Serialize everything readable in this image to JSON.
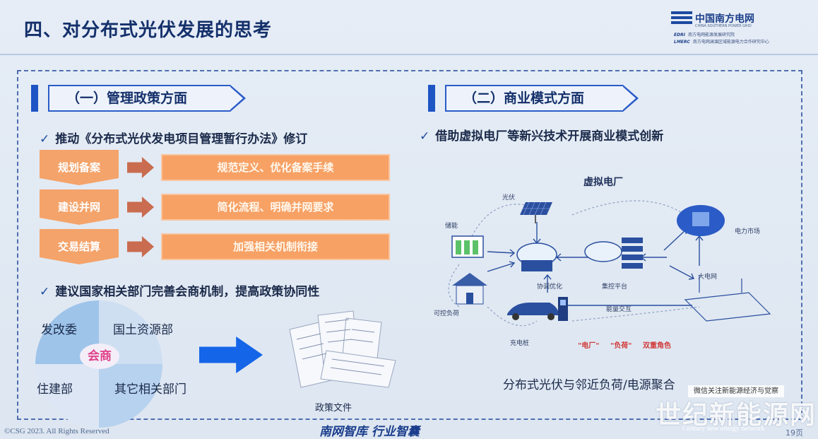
{
  "header": {
    "title": "四、对分布式光伏发展的思考",
    "logo_cn": "中国南方电网",
    "logo_en": "CHINA SOUTHERN POWER GRID",
    "logo_row1_tag": "EDRI",
    "logo_row1_text": "南方电网能源发展研究院",
    "logo_row2_tag": "LMERC",
    "logo_row2_text": "南方电网澜湄区域能源电力合作研究中心"
  },
  "left": {
    "section_title": "（一）管理政策方面",
    "point1": "推动《分布式光伏发电项目管理暂行办法》修订",
    "rows": [
      {
        "stage": "规划备案",
        "action": "规范定义、优化备案手续"
      },
      {
        "stage": "建设并网",
        "action": "简化流程、明确并网要求"
      },
      {
        "stage": "交易结算",
        "action": "加强相关机制衔接"
      }
    ],
    "point2": "建议国家相关部门完善会商机制，提高政策协同性",
    "circle": {
      "center": "会商",
      "q1": "发改委",
      "q2": "国土资源部",
      "q3": "住建部",
      "q4": "其它相关部门"
    },
    "policy_label": "政策文件"
  },
  "right": {
    "section_title": "（二）商业模式方面",
    "point1": "借助虚拟电厂等新兴技术开展商业模式创新",
    "vpp": {
      "title": "虚拟电厂",
      "pv": "光伏",
      "storage": "储能",
      "coordinate": "协调优化",
      "control": "集控平台",
      "market": "电力市场",
      "grid": "大电网",
      "load": "可控负荷",
      "charger": "充电桩",
      "interaction": "能量交互",
      "dual_role_a": "\"电厂\"",
      "dual_role_b": "\"负荷\"",
      "dual_role_c": "双重角色"
    },
    "caption": "分布式光伏与邻近负荷/电源聚合"
  },
  "footer": {
    "copyright": "©CSG 2023. All Rights Reserved",
    "slogan": "南网智库    行业智囊",
    "page": "19页"
  },
  "watermark": {
    "box": "微信关注新能源经济与觉察",
    "big": "世纪新能源网",
    "en": "Century new energy network"
  },
  "colors": {
    "title": "#14306b",
    "accent_blue": "#1e54c4",
    "orange": "#f4a36a",
    "arrow_blue": "#1565e8"
  }
}
